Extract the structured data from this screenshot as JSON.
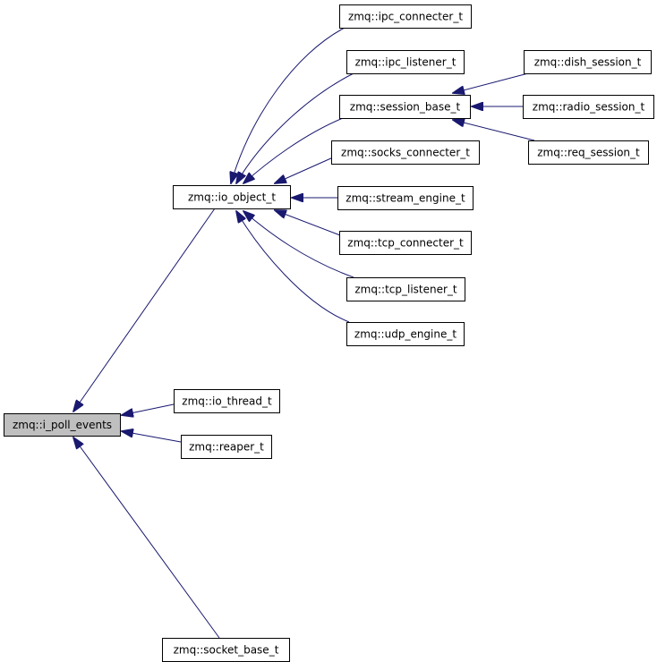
{
  "diagram": {
    "edge_color": "#191970",
    "root_fill": "#bfbfbf",
    "nodes": [
      {
        "id": "i_poll_events",
        "label": "zmq::i_poll_events"
      },
      {
        "id": "io_object_t",
        "label": "zmq::io_object_t"
      },
      {
        "id": "io_thread_t",
        "label": "zmq::io_thread_t"
      },
      {
        "id": "reaper_t",
        "label": "zmq::reaper_t"
      },
      {
        "id": "socket_base_t",
        "label": "zmq::socket_base_t"
      },
      {
        "id": "ipc_connecter_t",
        "label": "zmq::ipc_connecter_t"
      },
      {
        "id": "ipc_listener_t",
        "label": "zmq::ipc_listener_t"
      },
      {
        "id": "session_base_t",
        "label": "zmq::session_base_t"
      },
      {
        "id": "socks_connecter_t",
        "label": "zmq::socks_connecter_t"
      },
      {
        "id": "stream_engine_t",
        "label": "zmq::stream_engine_t"
      },
      {
        "id": "tcp_connecter_t",
        "label": "zmq::tcp_connecter_t"
      },
      {
        "id": "tcp_listener_t",
        "label": "zmq::tcp_listener_t"
      },
      {
        "id": "udp_engine_t",
        "label": "zmq::udp_engine_t"
      },
      {
        "id": "dish_session_t",
        "label": "zmq::dish_session_t"
      },
      {
        "id": "radio_session_t",
        "label": "zmq::radio_session_t"
      },
      {
        "id": "req_session_t",
        "label": "zmq::req_session_t"
      }
    ],
    "edges": [
      {
        "from": "io_object_t",
        "to": "i_poll_events"
      },
      {
        "from": "io_thread_t",
        "to": "i_poll_events"
      },
      {
        "from": "reaper_t",
        "to": "i_poll_events"
      },
      {
        "from": "socket_base_t",
        "to": "i_poll_events"
      },
      {
        "from": "ipc_connecter_t",
        "to": "io_object_t"
      },
      {
        "from": "ipc_listener_t",
        "to": "io_object_t"
      },
      {
        "from": "session_base_t",
        "to": "io_object_t"
      },
      {
        "from": "socks_connecter_t",
        "to": "io_object_t"
      },
      {
        "from": "stream_engine_t",
        "to": "io_object_t"
      },
      {
        "from": "tcp_connecter_t",
        "to": "io_object_t"
      },
      {
        "from": "tcp_listener_t",
        "to": "io_object_t"
      },
      {
        "from": "udp_engine_t",
        "to": "io_object_t"
      },
      {
        "from": "dish_session_t",
        "to": "session_base_t"
      },
      {
        "from": "radio_session_t",
        "to": "session_base_t"
      },
      {
        "from": "req_session_t",
        "to": "session_base_t"
      }
    ]
  }
}
